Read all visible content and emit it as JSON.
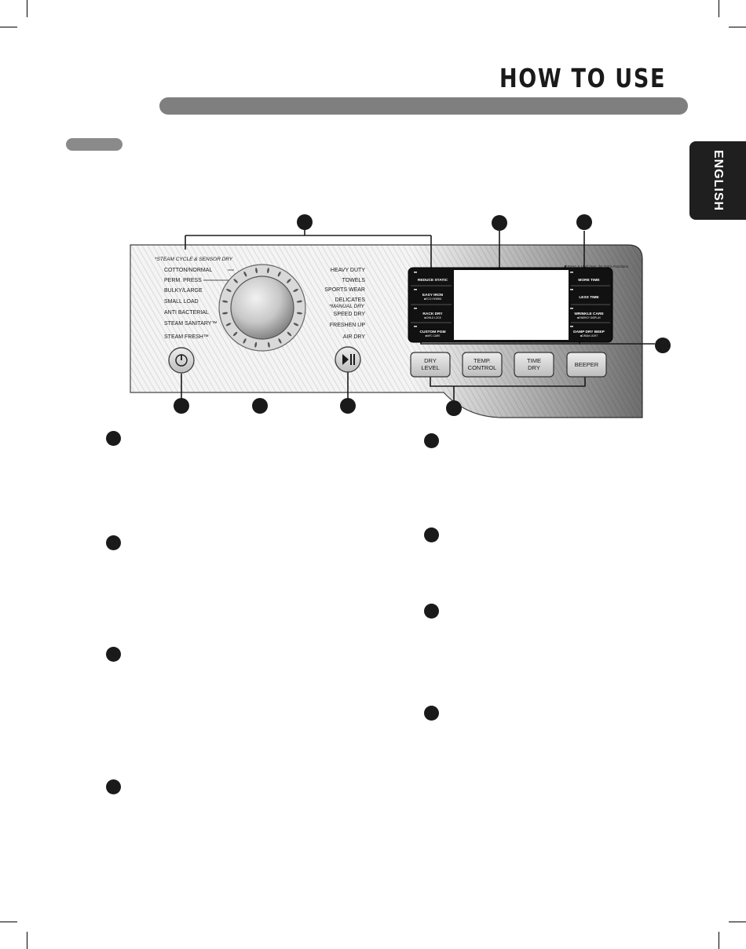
{
  "header": {
    "title": "HOW TO USE"
  },
  "language_tab": "ENGLISH",
  "panel": {
    "steam_note": "*STEAM CYCLE & SENSOR DRY",
    "manual_note": "*MANUAL DRY",
    "press_hold_note": "✱ Press & Hold 3sec. for Extra Functions",
    "cycles_left": [
      "COTTON/NORMAL",
      "PERM. PRESS",
      "BULKY/LARGE",
      "SMALL LOAD",
      "ANTI BACTERIAL",
      "STEAM SANITARY™",
      "STEAM FRESH™"
    ],
    "cycles_right": [
      "HEAVY DUTY",
      "TOWELS",
      "SPORTS WEAR",
      "DELICATES",
      "SPEED DRY",
      "FRESHEN UP",
      "AIR DRY"
    ],
    "left_buttons": [
      {
        "label": "REDUCE STATIC",
        "sub": ""
      },
      {
        "label": "EASY IRON",
        "sub": "✱ECO HYBRID"
      },
      {
        "label": "RACK DRY",
        "sub": "✱CHILD LOCK"
      },
      {
        "label": "CUSTOM PGM",
        "sub": "✱NFC CARE"
      }
    ],
    "right_buttons": [
      {
        "label": "MORE TIME",
        "sub": ""
      },
      {
        "label": "LESS TIME",
        "sub": ""
      },
      {
        "label": "WRINKLE CARE",
        "sub": "✱ENERGY DISPLAY"
      },
      {
        "label": "DAMP DRY BEEP",
        "sub": "✱DRUM LIGHT"
      }
    ],
    "bottom_buttons": [
      [
        "DRY",
        "LEVEL"
      ],
      [
        "TEMP.",
        "CONTROL"
      ],
      [
        "TIME",
        "DRY"
      ],
      [
        "BEEPER"
      ]
    ]
  },
  "icons": {
    "power": "power-icon",
    "start_pause": "play-pause-icon"
  },
  "colors": {
    "panel": "#262626",
    "display": "#ffffff",
    "callout": "#1a1a1a"
  }
}
